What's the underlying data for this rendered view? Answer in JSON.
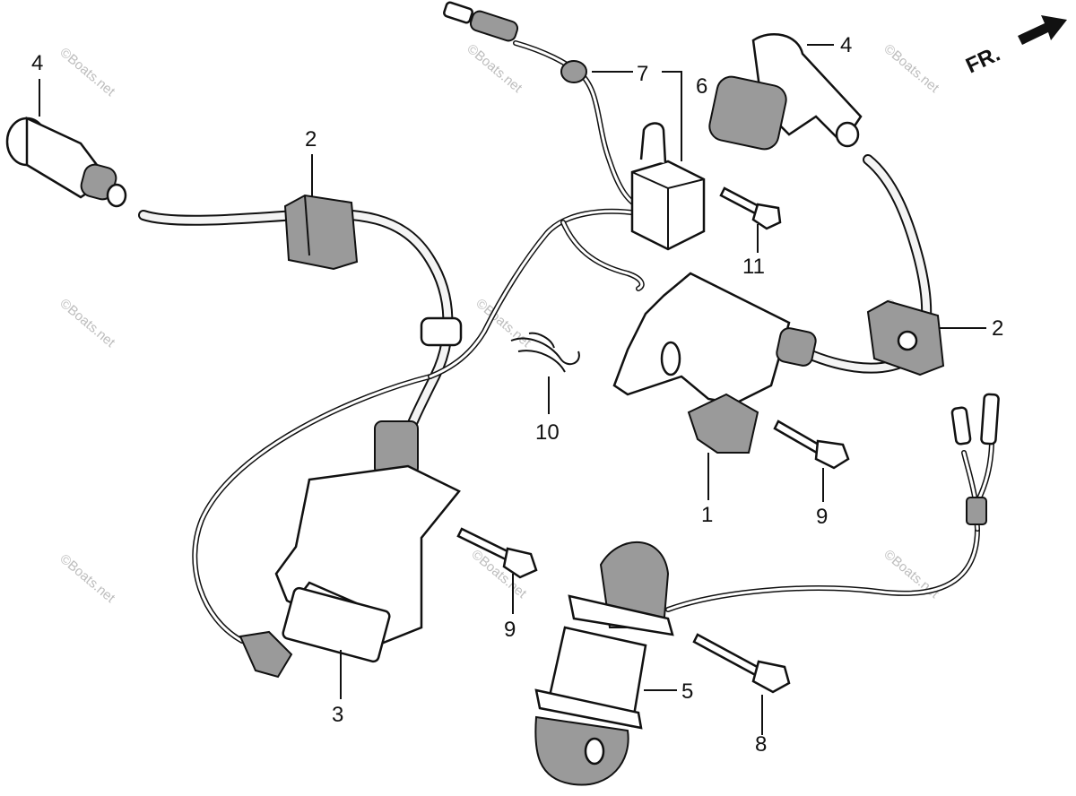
{
  "diagram": {
    "orientation_label": "FR.",
    "watermark_text": "©Boats.net",
    "callouts": {
      "c1": "1",
      "c2_left": "2",
      "c2_right": "2",
      "c3": "3",
      "c4_left": "4",
      "c4_right": "4",
      "c5": "5",
      "c6": "6",
      "c7": "7",
      "c8": "8",
      "c9_center": "9",
      "c9_right": "9",
      "c10": "10",
      "c11": "11"
    }
  }
}
